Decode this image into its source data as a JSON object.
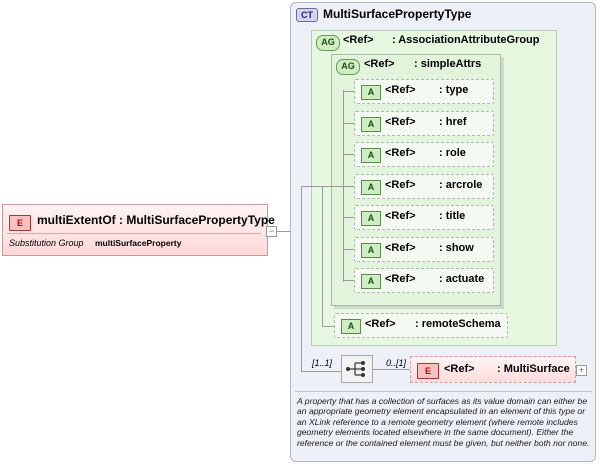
{
  "element": {
    "badge": "E",
    "name": "multiExtentOf",
    "type": ": MultiSurfacePropertyType",
    "substitution_label": "Substitution Group",
    "substitution_value": "multiSurfaceProperty",
    "expand_toggle": "−"
  },
  "complex_type": {
    "badge": "CT",
    "name": "MultiSurfacePropertyType"
  },
  "association_group": {
    "badge": "AG",
    "ref": "<Ref>",
    "name": ": AssociationAttributeGroup"
  },
  "simple_attrs_group": {
    "badge": "AG",
    "ref": "<Ref>",
    "name": ": simpleAttrs"
  },
  "attributes": [
    {
      "badge": "A",
      "ref": "<Ref>",
      "name": ": type"
    },
    {
      "badge": "A",
      "ref": "<Ref>",
      "name": ": href"
    },
    {
      "badge": "A",
      "ref": "<Ref>",
      "name": ": role"
    },
    {
      "badge": "A",
      "ref": "<Ref>",
      "name": ": arcrole"
    },
    {
      "badge": "A",
      "ref": "<Ref>",
      "name": ": title"
    },
    {
      "badge": "A",
      "ref": "<Ref>",
      "name": ": show"
    },
    {
      "badge": "A",
      "ref": "<Ref>",
      "name": ": actuate"
    }
  ],
  "remote_schema": {
    "badge": "A",
    "ref": "<Ref>",
    "name": ": remoteSchema"
  },
  "sequence": {
    "cardinality": "[1..1]",
    "child_cardinality": "0..[1]"
  },
  "multi_surface": {
    "badge": "E",
    "ref": "<Ref>",
    "name": ": MultiSurface",
    "expand_toggle": "+"
  },
  "documentation": "A property that has a collection of surfaces as its value domain can either be an appropriate geometry element encapsulated in an element of this type or an XLink reference to a remote geometry element (where remote includes geometry elements located elsewhere in the same document). Either the reference or the contained element must be given, but neither both nor none."
}
